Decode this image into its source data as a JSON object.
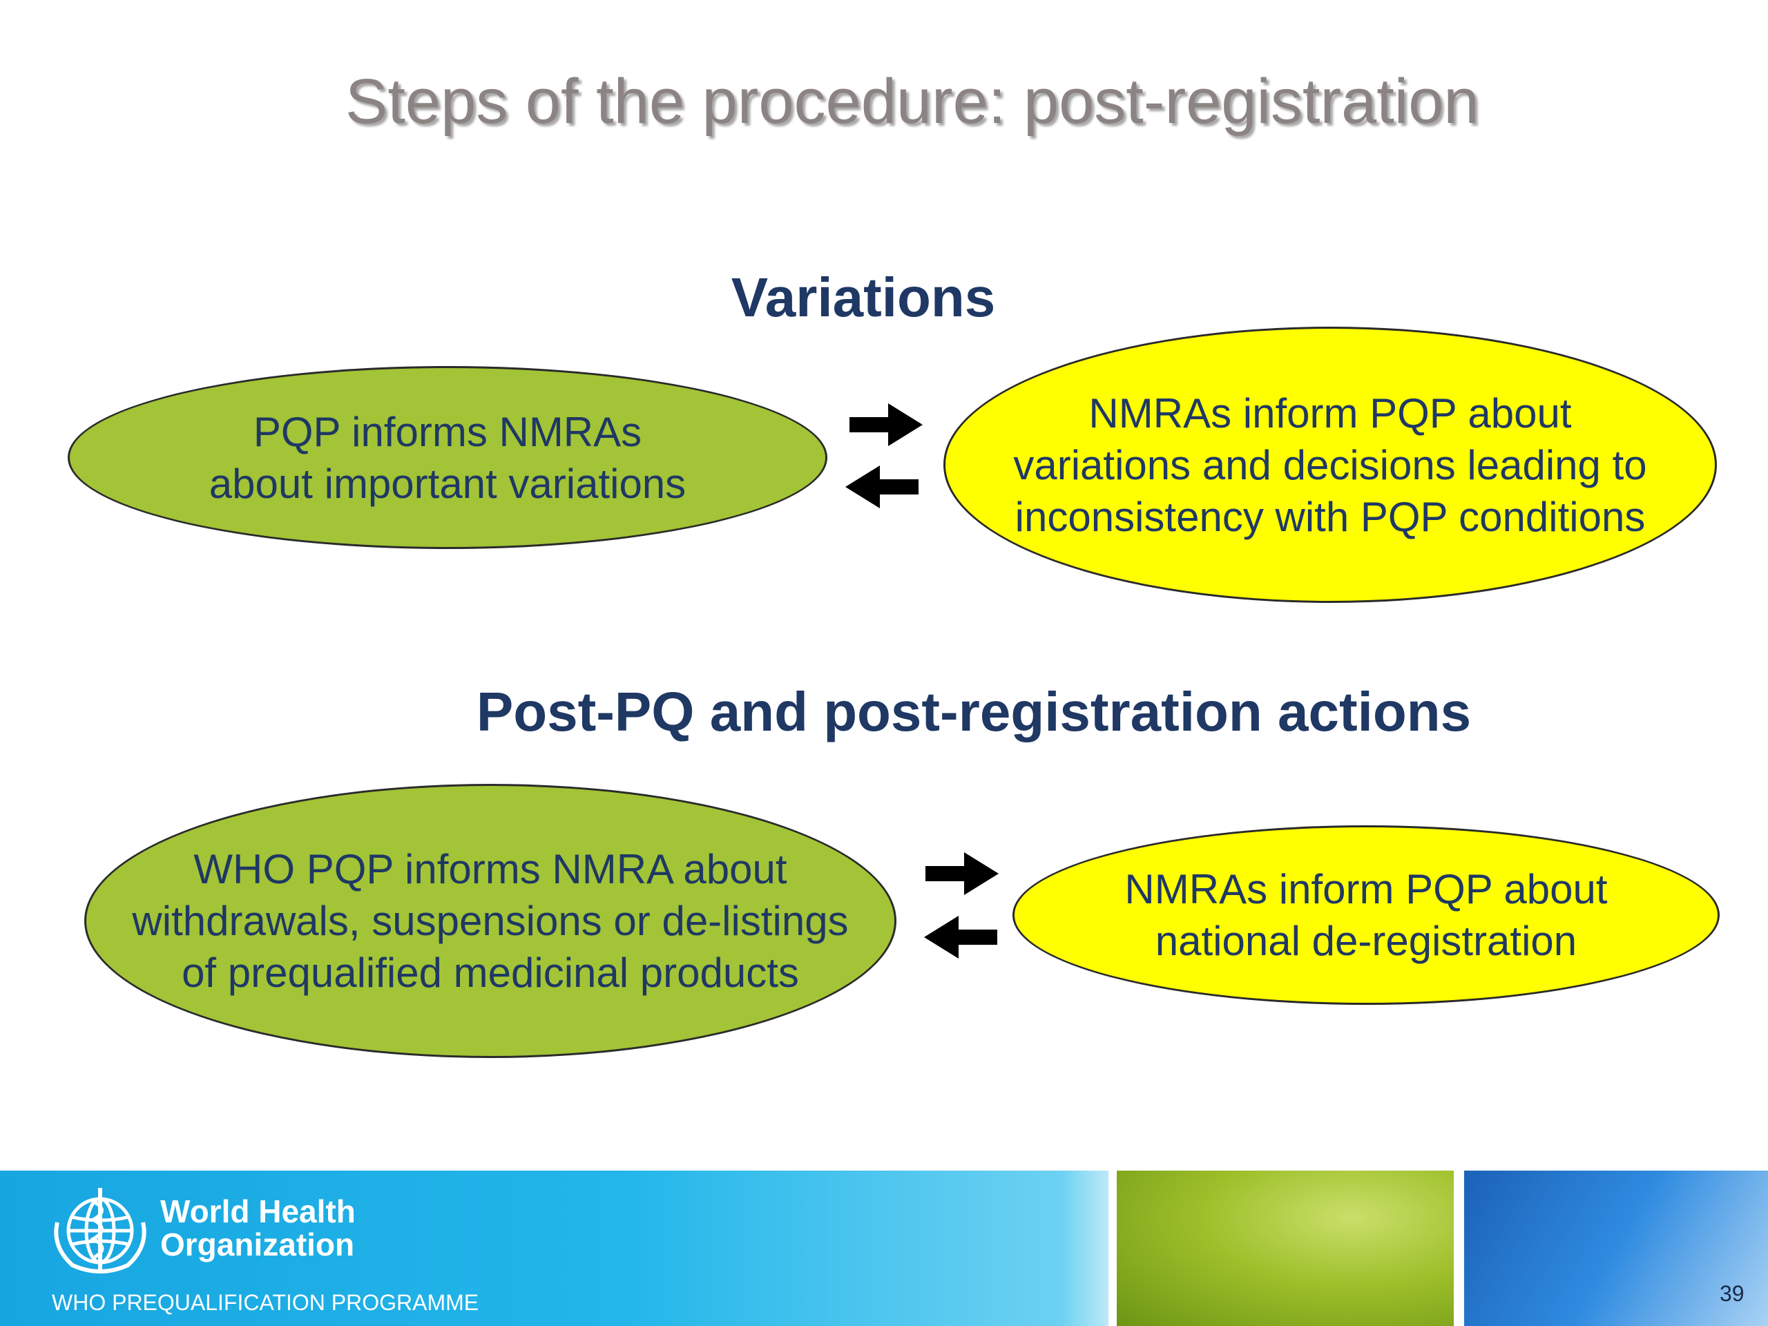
{
  "slide": {
    "title": "Steps of the procedure: post-registration",
    "page_number": "39"
  },
  "variations": {
    "heading": "Variations",
    "left_ellipse": "PQP informs NMRAs\nabout important variations",
    "right_ellipse": "NMRAs inform PQP about\nvariations and decisions leading to\ninconsistency with PQP conditions"
  },
  "post_actions": {
    "heading": "Post-PQ and post-registration actions",
    "left_ellipse": "WHO PQP informs NMRA about\nwithdrawals, suspensions or de-listings\nof prequalified medicinal products",
    "right_ellipse": "NMRAs inform PQP about\nnational de-registration"
  },
  "footer": {
    "org_name": "World Health\nOrganization",
    "programme": "WHO PREQUALIFICATION PROGRAMME"
  },
  "colors": {
    "heading": "#1f3864",
    "green_ellipse": "#a2c436",
    "yellow_ellipse": "#ffff00",
    "footer_blue": "#22b6ea"
  },
  "icons": [
    "right-arrow-icon",
    "left-arrow-icon",
    "who-emblem-icon"
  ]
}
